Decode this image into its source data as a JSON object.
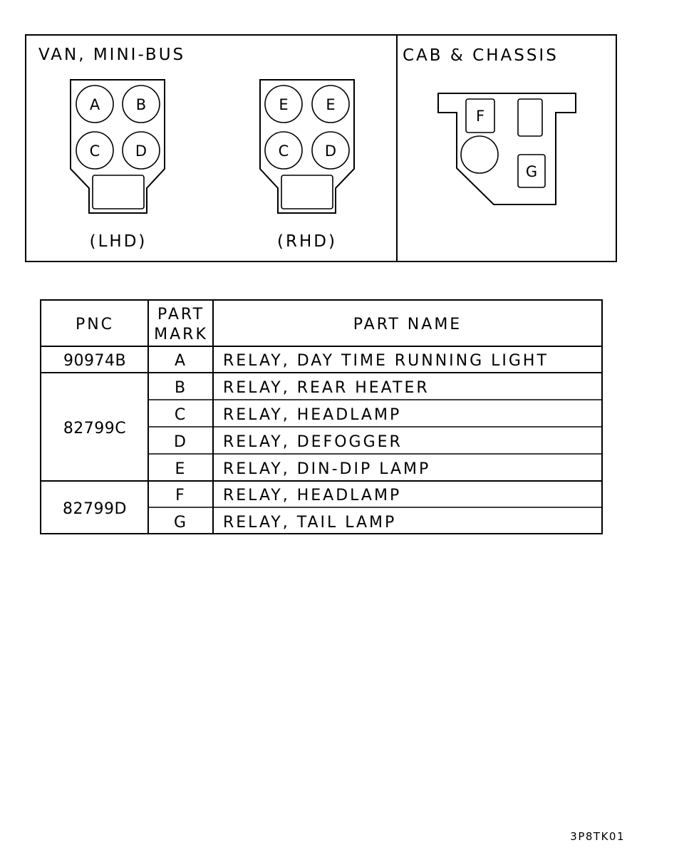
{
  "diagram": {
    "panel_left": {
      "title": "VAN, MINI-BUS",
      "lhd": {
        "caption": "(LHD)",
        "circles": [
          "A",
          "B",
          "C",
          "D"
        ]
      },
      "rhd": {
        "caption": "(RHD)",
        "circles": [
          "E",
          "E",
          "C",
          "D"
        ]
      }
    },
    "panel_right": {
      "title": "CAB & CHASSIS",
      "labels": [
        "F",
        "G"
      ]
    }
  },
  "table": {
    "headers": {
      "pnc": "PNC",
      "mark_line1": "PART",
      "mark_line2": "MARK",
      "name": "PART NAME"
    },
    "groups": [
      {
        "pnc": "90974B",
        "rows": [
          {
            "mark": "A",
            "name": "RELAY, DAY TIME RUNNING LIGHT"
          }
        ]
      },
      {
        "pnc": "82799C",
        "rows": [
          {
            "mark": "B",
            "name": "RELAY, REAR HEATER"
          },
          {
            "mark": "C",
            "name": "RELAY, HEADLAMP"
          },
          {
            "mark": "D",
            "name": "RELAY, DEFOGGER"
          },
          {
            "mark": "E",
            "name": "RELAY, DIN-DIP LAMP"
          }
        ]
      },
      {
        "pnc": "82799D",
        "rows": [
          {
            "mark": "F",
            "name": "RELAY, HEADLAMP"
          },
          {
            "mark": "G",
            "name": "RELAY, TAIL LAMP"
          }
        ]
      }
    ]
  },
  "footer": {
    "code": "3P8TK01"
  }
}
